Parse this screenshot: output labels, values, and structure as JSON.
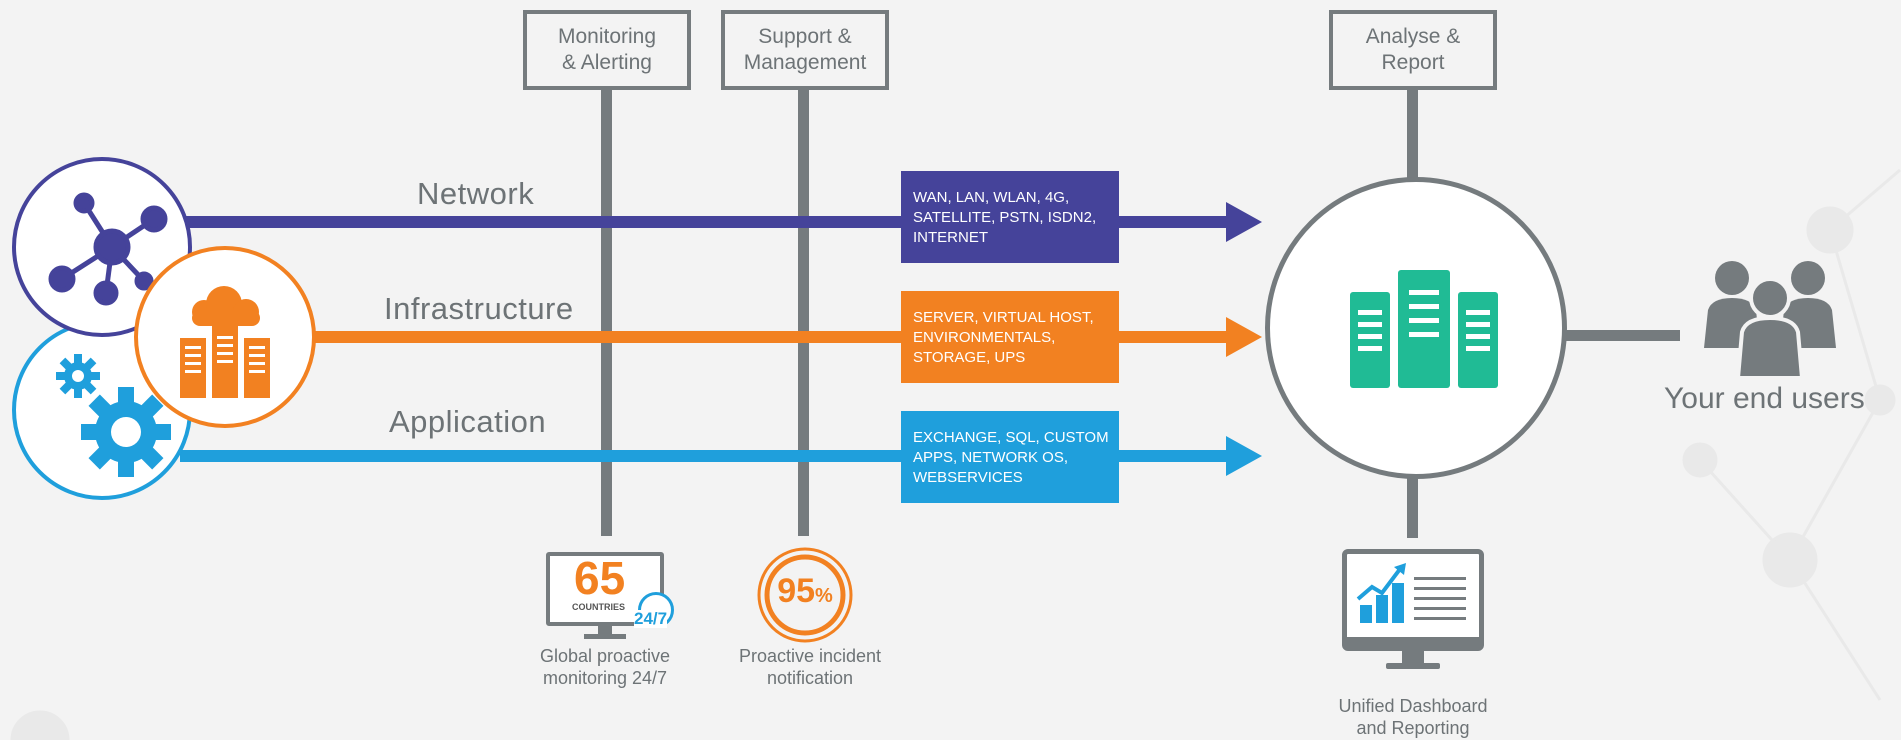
{
  "colors": {
    "network": "#45439a",
    "infrastructure": "#f28121",
    "application": "#1f9fdc",
    "gray": "#757b7e",
    "dashboard": "#20bb95"
  },
  "top_boxes": {
    "monitoring": "Monitoring\n& Alerting",
    "support": "Support &\nManagement",
    "analyse": "Analyse &\nReport"
  },
  "rows": {
    "network": {
      "label": "Network",
      "tag": "WAN, LAN, WLAN, 4G,\nSATELLITE, PSTN, ISDN2,\nINTERNET",
      "icon": "network-nodes-icon"
    },
    "infrastructure": {
      "label": "Infrastructure",
      "tag": "SERVER, VIRTUAL HOST,\nENVIRONMENTALS,\nSTORAGE, UPS",
      "icon": "cloud-server-icon"
    },
    "application": {
      "label": "Application",
      "tag": "EXCHANGE, SQL, CUSTOM\nAPPS, NETWORK OS,\nWEBSERVICES",
      "icon": "gears-icon"
    }
  },
  "stats": {
    "countries_number": "65",
    "countries_label": "COUNTRIES",
    "hours_badge": "24/7",
    "percent_number": "95",
    "percent_sign": "%"
  },
  "captions": {
    "global": "Global proactive\nmonitoring 24/7",
    "incident": "Proactive incident\nnotification",
    "dashboard": "Unified Dashboard\nand Reporting",
    "end_users": "Your end users"
  }
}
